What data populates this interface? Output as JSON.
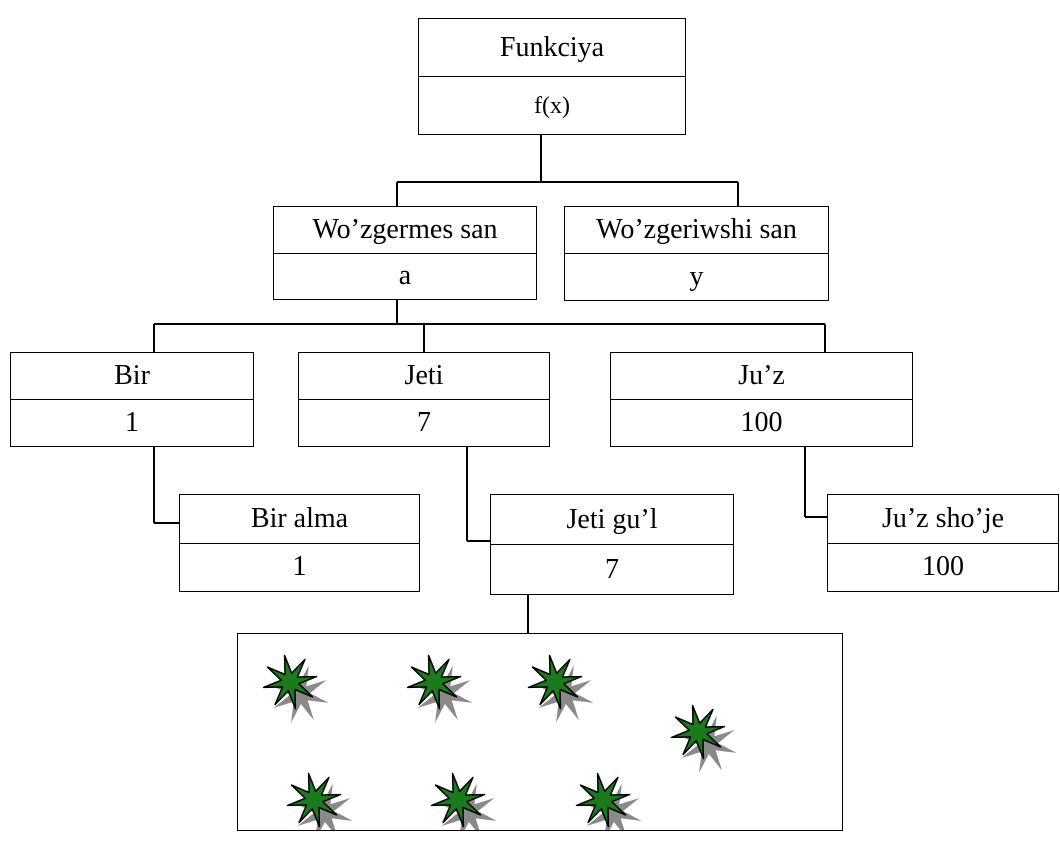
{
  "nodes": {
    "funkciya": {
      "title": "Funkciya",
      "value": "f(x)"
    },
    "constant": {
      "title": "Wo’zgermes san",
      "value": "a"
    },
    "variable": {
      "title": "Wo’zgeriwshi san",
      "value": "y"
    },
    "bir": {
      "title": "Bir",
      "value": "1"
    },
    "jeti": {
      "title": "Jeti",
      "value": "7"
    },
    "juz": {
      "title": "Ju’z",
      "value": "100"
    },
    "bir_alma": {
      "title": "Bir alma",
      "value": "1"
    },
    "jeti_gul": {
      "title": "Jeti gu’l",
      "value": "7"
    },
    "juz_shoje": {
      "title": "Ju’z sho’je",
      "value": "100"
    }
  },
  "flowers": {
    "count": 7,
    "icon": "flower-icon",
    "leaf_color": "#1b7a1b",
    "shadow_color": "#8a8a8a",
    "outline_color": "#000000"
  }
}
